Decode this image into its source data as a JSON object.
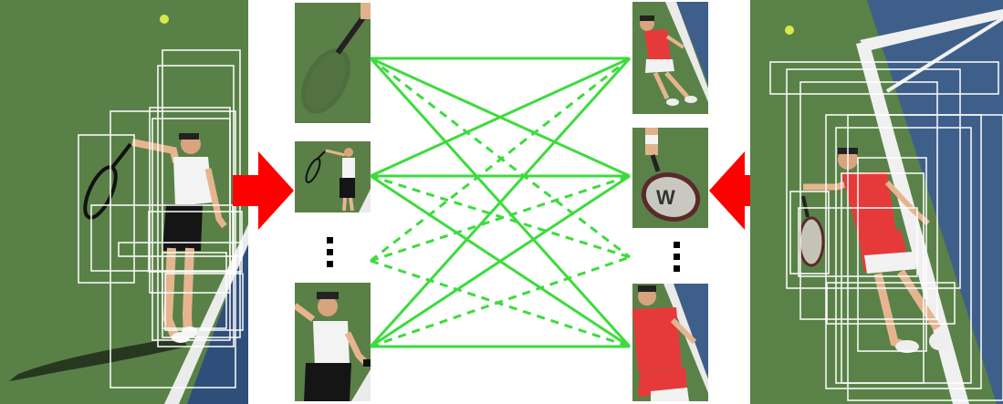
{
  "figure": {
    "left_image": {
      "subject": "tennis-player-white-outfit",
      "court_color": "#587f47",
      "proposal_box_color": "#ffffff"
    },
    "right_image": {
      "subject": "tennis-player-red-outfit",
      "court_color": "#5a8248",
      "alley_color": "#3e5f8a",
      "proposal_box_color": "#ffffff"
    },
    "transfer_arrow_color": "#ff0000",
    "match_line_color": "#3ddb3d",
    "left_crops": [
      "racket-crop",
      "player-full-crop",
      "player-upper-body-crop"
    ],
    "right_crops": [
      "player-serving-crop",
      "racket-crop",
      "player-upper-body-crop"
    ],
    "ellipsis": "⋮"
  }
}
